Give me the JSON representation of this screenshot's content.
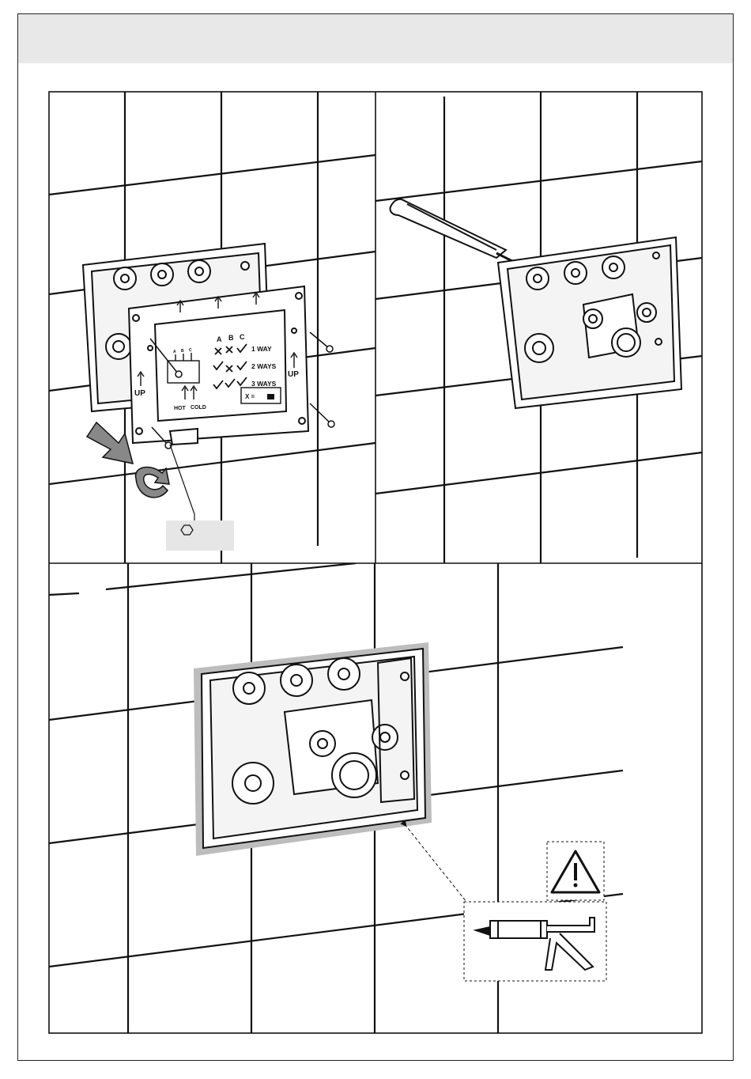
{
  "faceplate": {
    "col_a": "A",
    "col_b": "B",
    "col_c": "C",
    "row_1": "1 WAY",
    "row_2": "2 WAYS",
    "row_3": "3 WAYS",
    "up_left": "UP",
    "up_right": "UP",
    "hot": "HOT",
    "cold": "COLD",
    "legend": "X = ",
    "small_a": "A",
    "small_b": "B",
    "small_c": "C"
  },
  "tool_box_icon": "hex-key-icon",
  "warning_icon": "warning-triangle-icon",
  "sealant_icon": "caulking-gun-icon"
}
